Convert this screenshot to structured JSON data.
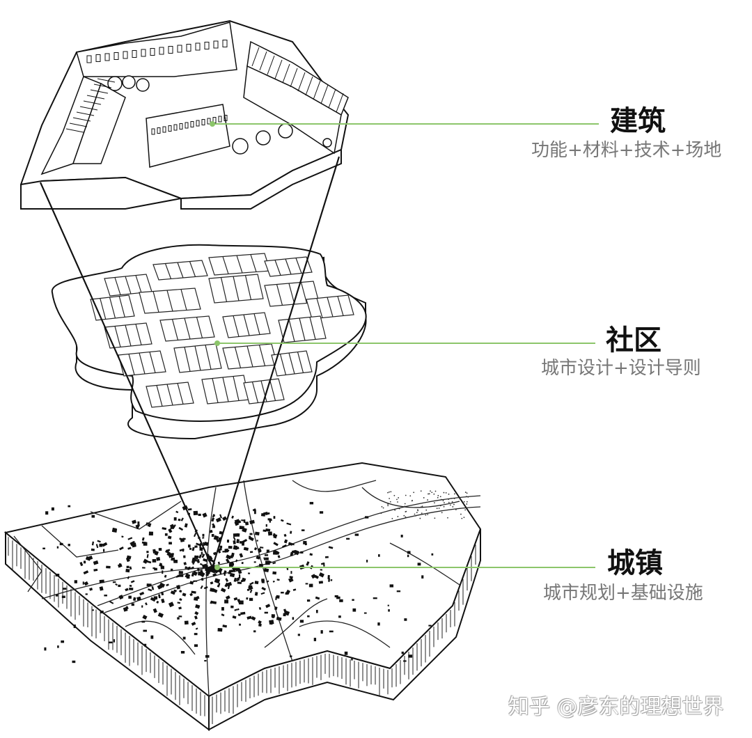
{
  "accent_color": "#8cc56a",
  "line_color": "#111111",
  "layers": [
    {
      "title": "建筑",
      "subtitle": "功能+材料+技术+场地"
    },
    {
      "title": "社区",
      "subtitle": "城市设计+设计导则"
    },
    {
      "title": "城镇",
      "subtitle": "城市规划+基础设施"
    }
  ],
  "watermark": "知乎 @彦东的理想世界"
}
